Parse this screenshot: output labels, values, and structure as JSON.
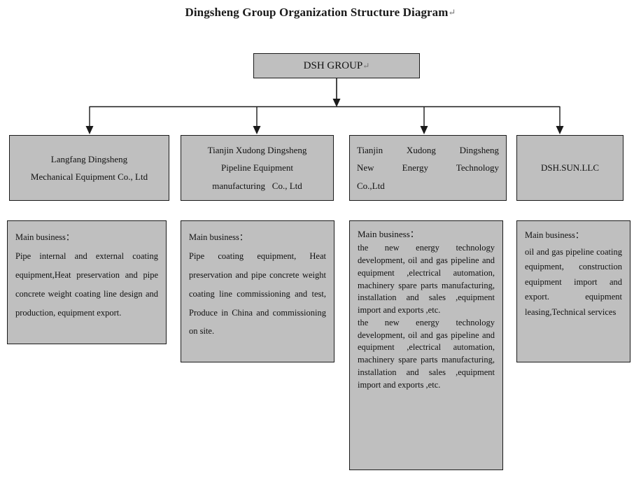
{
  "page": {
    "title": "Dingsheng Group Organization Structure Diagram",
    "title_mark": "↵",
    "colors": {
      "box_fill": "#bfbfbf",
      "box_border": "#1a1a1a",
      "background": "#ffffff",
      "text": "#111111",
      "connector": "#1a1a1a"
    }
  },
  "root": {
    "label": "DSH GROUP",
    "mark": "↵"
  },
  "units": [
    {
      "name": "langfang-dingsheng",
      "align": "center",
      "lines": [
        "Langfang Dingsheng",
        "Mechanical Equipment Co., Ltd"
      ]
    },
    {
      "name": "tianjin-xudong-pipeline",
      "align": "center",
      "lines": [
        "Tianjin Xudong Dingsheng",
        "Pipeline Equipment",
        "manufacturing   Co., Ltd"
      ]
    },
    {
      "name": "tianjin-xudong-new-energy",
      "align": "justify",
      "lines": [
        "Tianjin Xudong Dingsheng",
        "New Energy Technology",
        "Co.,Ltd"
      ]
    },
    {
      "name": "dsh-sun-llc",
      "align": "center",
      "lines": [
        "DSH.SUN.LLC"
      ]
    }
  ],
  "descriptions": [
    {
      "name": "desc-langfang-dingsheng",
      "heading": "Main business：",
      "body": "Pipe internal and external coating equipment,Heat preservation and pipe concrete weight coating line design and production, equipment export."
    },
    {
      "name": "desc-tianjin-xudong-pipeline",
      "heading": "Main business：",
      "body": "Pipe coating equipment, Heat preservation and pipe concrete weight coating line commissioning and test, Produce in China and commissioning on site."
    },
    {
      "name": "desc-tianjin-xudong-new-energy",
      "heading": "Main business：",
      "body": "the new energy technology development, oil and gas pipeline and equipment ,electrical automation, machinery spare parts manufacturing, installation and sales ,equipment import and exports ,etc.",
      "body_repeat": "the new energy technology development, oil and gas pipeline and equipment ,electrical automation, machinery spare parts manufacturing, installation and sales ,equipment import and exports ,etc."
    },
    {
      "name": "desc-dsh-sun-llc",
      "heading": "Main business：",
      "body": "oil and gas pipeline coating equipment, construction equipment import and export. equipment leasing,Technical services"
    }
  ]
}
